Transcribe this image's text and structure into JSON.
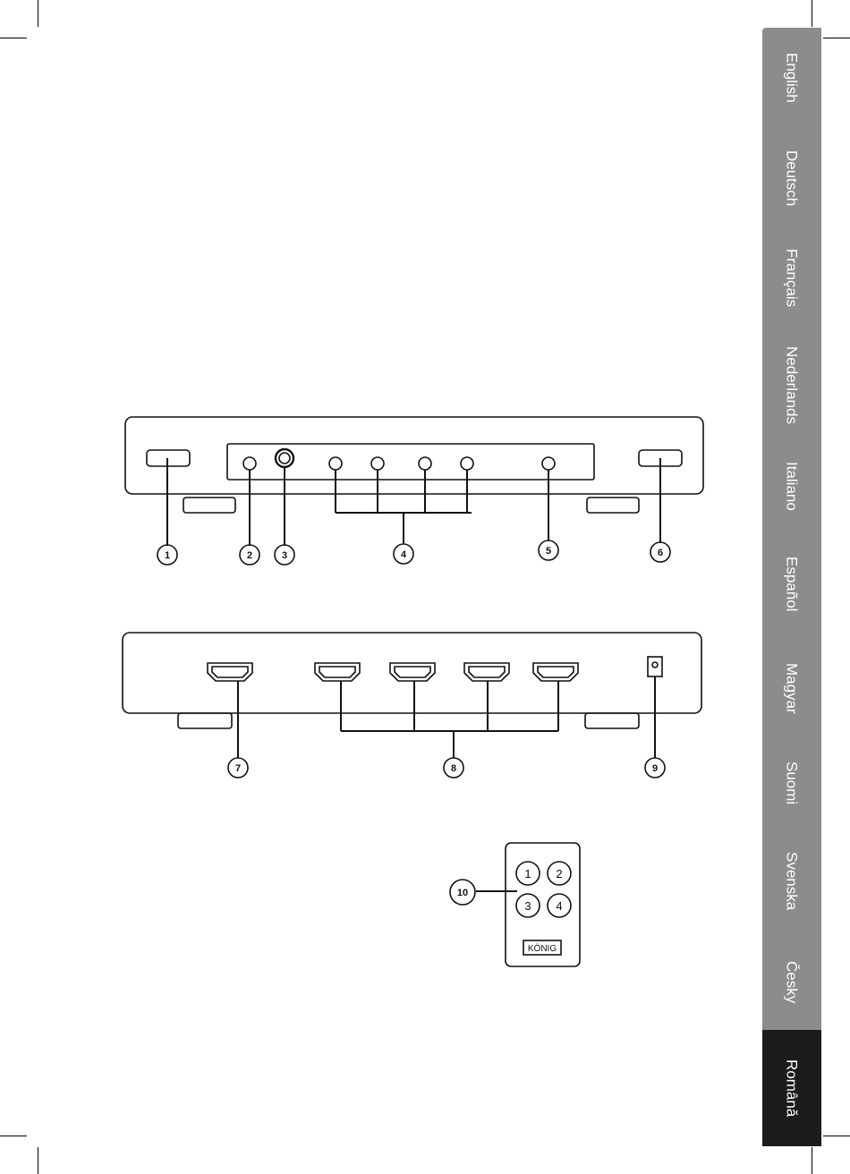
{
  "language_tabs": [
    {
      "label": "English",
      "active": false
    },
    {
      "label": "Deutsch",
      "active": false
    },
    {
      "label": "Français",
      "active": false
    },
    {
      "label": "Nederlands",
      "active": false
    },
    {
      "label": "Italiano",
      "active": false
    },
    {
      "label": "Español",
      "active": false
    },
    {
      "label": "Magyar",
      "active": false
    },
    {
      "label": "Suomi",
      "active": false
    },
    {
      "label": "Svenska",
      "active": false
    },
    {
      "label": "Česky",
      "active": false
    },
    {
      "label": "Română",
      "active": true
    }
  ],
  "callouts": {
    "c1": "1",
    "c2": "2",
    "c3": "3",
    "c4": "4",
    "c5": "5",
    "c6": "6",
    "c7": "7",
    "c8": "8",
    "c9": "9",
    "c10": "10"
  },
  "remote": {
    "buttons": [
      "1",
      "2",
      "3",
      "4"
    ],
    "brand": "KÖNIG"
  },
  "colors": {
    "sidebar": "#8c8c8c",
    "active_tab": "#1c1c1c",
    "line": "#111111"
  }
}
